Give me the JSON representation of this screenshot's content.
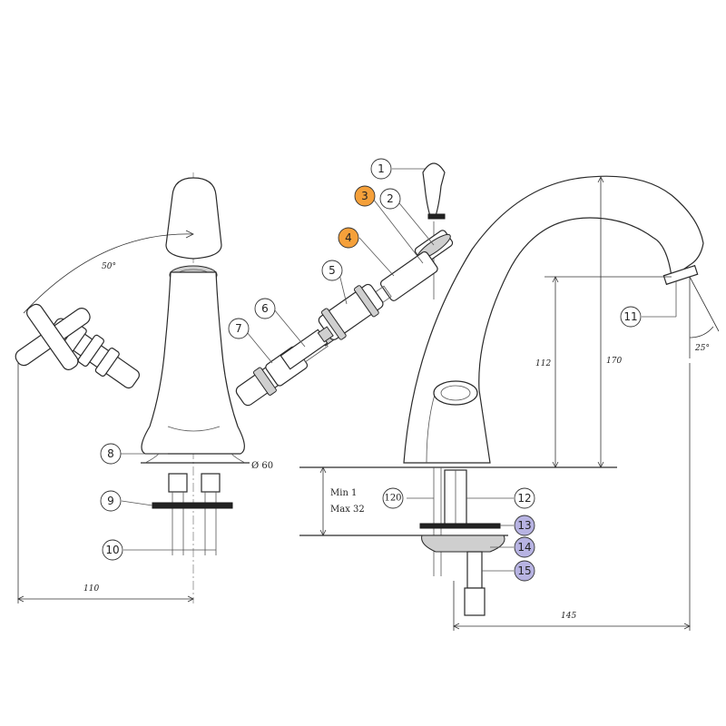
{
  "colors": {
    "line": "#2a2a2a",
    "orange_label": "#f5a03a",
    "purple_label": "#b7b3e2"
  },
  "part_labels": [
    {
      "id": "1",
      "style": "plain"
    },
    {
      "id": "2",
      "style": "plain"
    },
    {
      "id": "3",
      "style": "orange"
    },
    {
      "id": "4",
      "style": "orange"
    },
    {
      "id": "5",
      "style": "plain"
    },
    {
      "id": "6",
      "style": "plain"
    },
    {
      "id": "7",
      "style": "plain"
    },
    {
      "id": "8",
      "style": "plain"
    },
    {
      "id": "9",
      "style": "plain"
    },
    {
      "id": "10",
      "style": "plain"
    },
    {
      "id": "11",
      "style": "plain"
    },
    {
      "id": "12",
      "style": "plain"
    },
    {
      "id": "13",
      "style": "purple"
    },
    {
      "id": "14",
      "style": "purple"
    },
    {
      "id": "15",
      "style": "purple"
    }
  ],
  "dimensions": {
    "angle_handle": "50°",
    "diameter_base": "Ø 60",
    "width_front": "110",
    "height_outlet": "112",
    "height_total": "170",
    "angle_spout": "25°",
    "reach": "145",
    "pitch": "120",
    "mount_min": "Min 1",
    "mount_max": "Max 32"
  }
}
